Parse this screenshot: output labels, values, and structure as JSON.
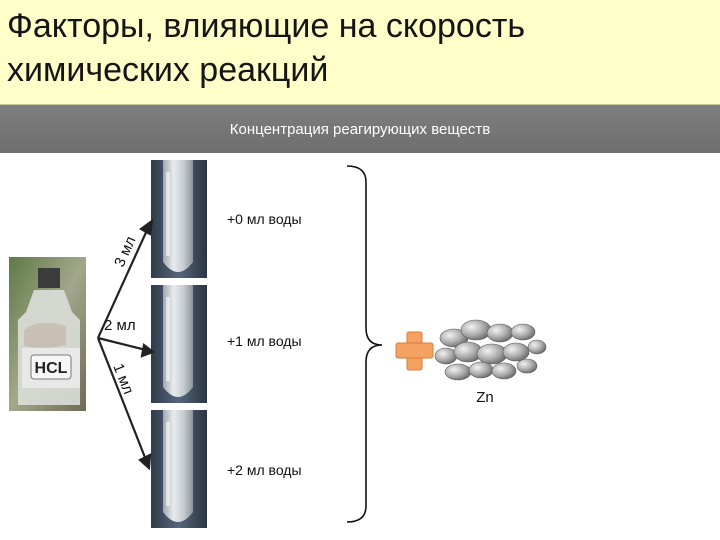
{
  "title": "Факторы, влияющие на скорость химических реакций",
  "subtitle": "Концентрация реагирующих веществ",
  "bottle_label": "HCL",
  "volumes": [
    "3 мл",
    "2 мл",
    "1 мл"
  ],
  "water_labels": [
    "+0 мл воды",
    "+1 мл воды",
    "+2 мл воды"
  ],
  "metal_label": "Zn",
  "icons": [
    "plus-icon"
  ],
  "colors": {
    "title_background": "#fefec8",
    "subtitle_background": "#7a7a7a",
    "plus": "#f4a261"
  }
}
